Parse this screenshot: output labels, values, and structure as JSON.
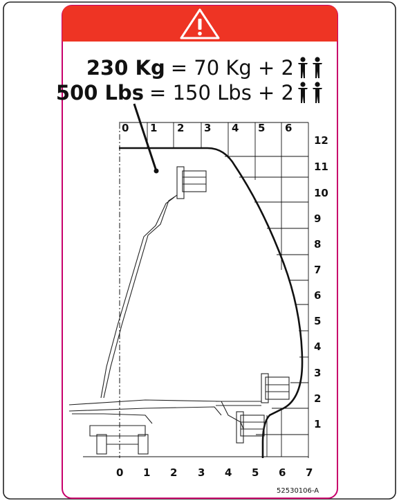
{
  "warning_icon": "warning-triangle-icon",
  "colors": {
    "header_red": "#EE3424",
    "border_magenta": "#C8006B",
    "watermark_yellow": "#FFD200"
  },
  "capacity": {
    "metric": {
      "total": "230 Kg",
      "equation": "= 70 Kg + 2"
    },
    "imperial": {
      "total": "500 Lbs",
      "equation": "= 150 Lbs + 2"
    },
    "persons_icon": "two-persons-icon"
  },
  "axes": {
    "top_labels": [
      "0",
      "1",
      "2",
      "3",
      "4",
      "5",
      "6"
    ],
    "bottom_labels": [
      "0",
      "1",
      "2",
      "3",
      "4",
      "5",
      "6",
      "7"
    ],
    "right_labels": [
      "1",
      "2",
      "3",
      "4",
      "5",
      "6",
      "7",
      "8",
      "9",
      "10",
      "11",
      "12"
    ]
  },
  "part_number": "52530106-A"
}
